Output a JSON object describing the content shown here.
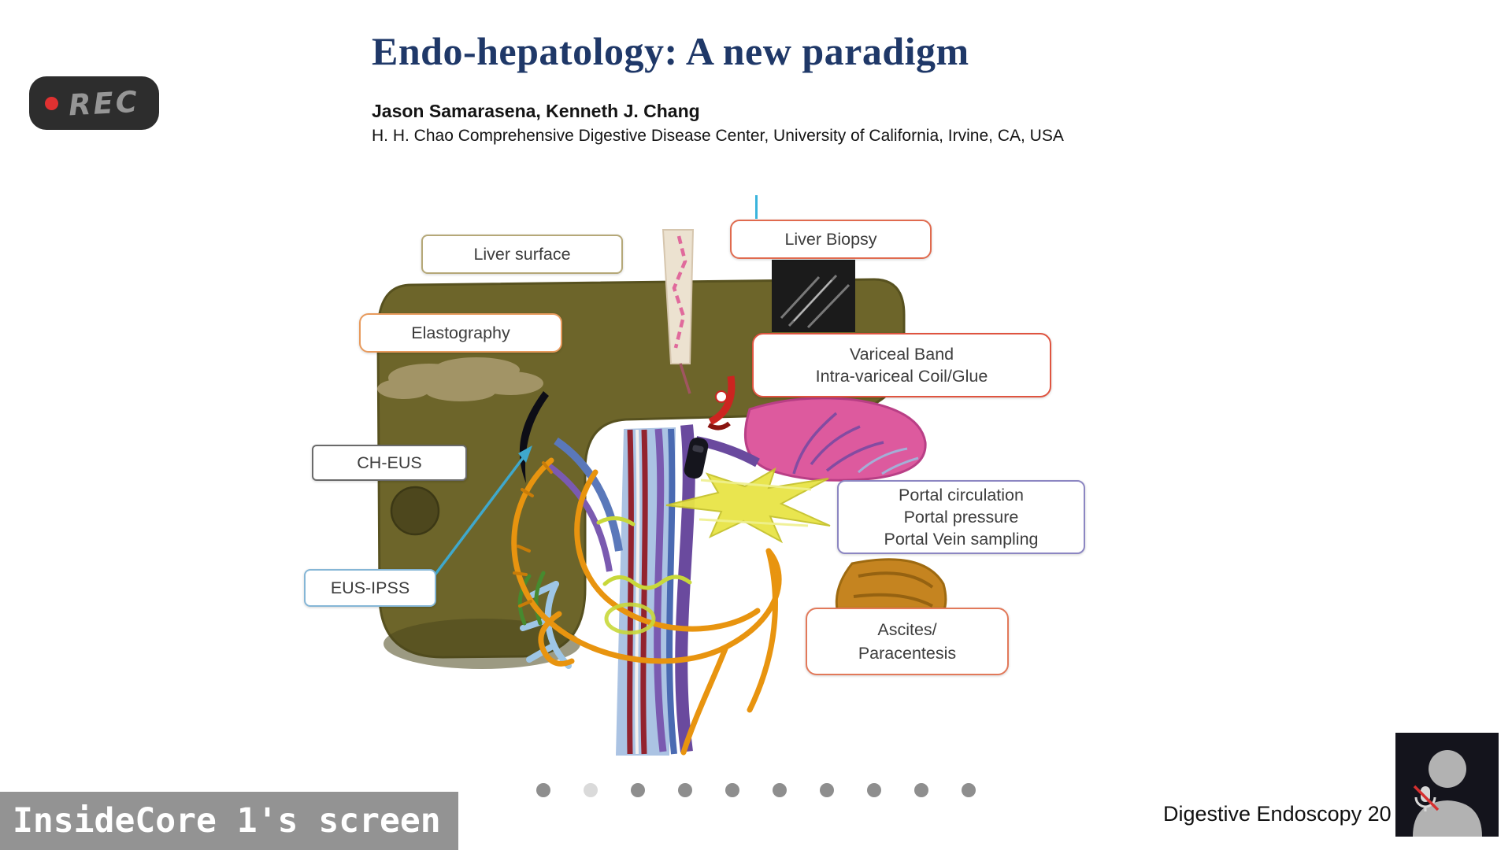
{
  "recording": {
    "label": "REC"
  },
  "screen_share": {
    "label": "InsideCore 1's screen"
  },
  "slide": {
    "title": "Endo-hepatology: A new paradigm",
    "authors": "Jason Samarasena, Kenneth J. Chang",
    "affiliation": "H. H. Chao Comprehensive Digestive Disease Center, University of California, Irvine, CA, USA",
    "credit": "Digestive Endoscopy 20",
    "callouts": {
      "liver_surface": {
        "label": "Liver surface",
        "border_color": "#b5a878"
      },
      "liver_biopsy": {
        "label": "Liver Biopsy",
        "border_color": "#e06a4e"
      },
      "elastography": {
        "label": "Elastography",
        "border_color": "#e89a5c"
      },
      "variceal": {
        "line1": "Variceal Band",
        "line2": "Intra-variceal Coil/Glue",
        "border_color": "#df5440"
      },
      "ch_eus": {
        "label": "CH-EUS",
        "border_color": "#6a6a6a"
      },
      "portal": {
        "line1": "Portal circulation",
        "line2": "Portal pressure",
        "line3": "Portal Vein sampling",
        "border_color": "#8c86c2"
      },
      "eus_ipss": {
        "label": "EUS-IPSS",
        "border_color": "#85b6d6"
      },
      "ascites": {
        "line1": "Ascites/",
        "line2": "Paracentesis",
        "border_color": "#e2795a"
      }
    },
    "pagination": {
      "count": 10,
      "active_index": 1
    },
    "illustration_colors": {
      "liver": "#6d652a",
      "stomach_pink": "#dd5a9e",
      "portal_vein_purple": "#6a4a9e",
      "bile_duct_orange": "#e8940f",
      "eus_beam_yellow": "#e8e446",
      "arrow_cyan": "#3fa8cc"
    }
  },
  "webcam": {
    "mic_muted": true
  }
}
